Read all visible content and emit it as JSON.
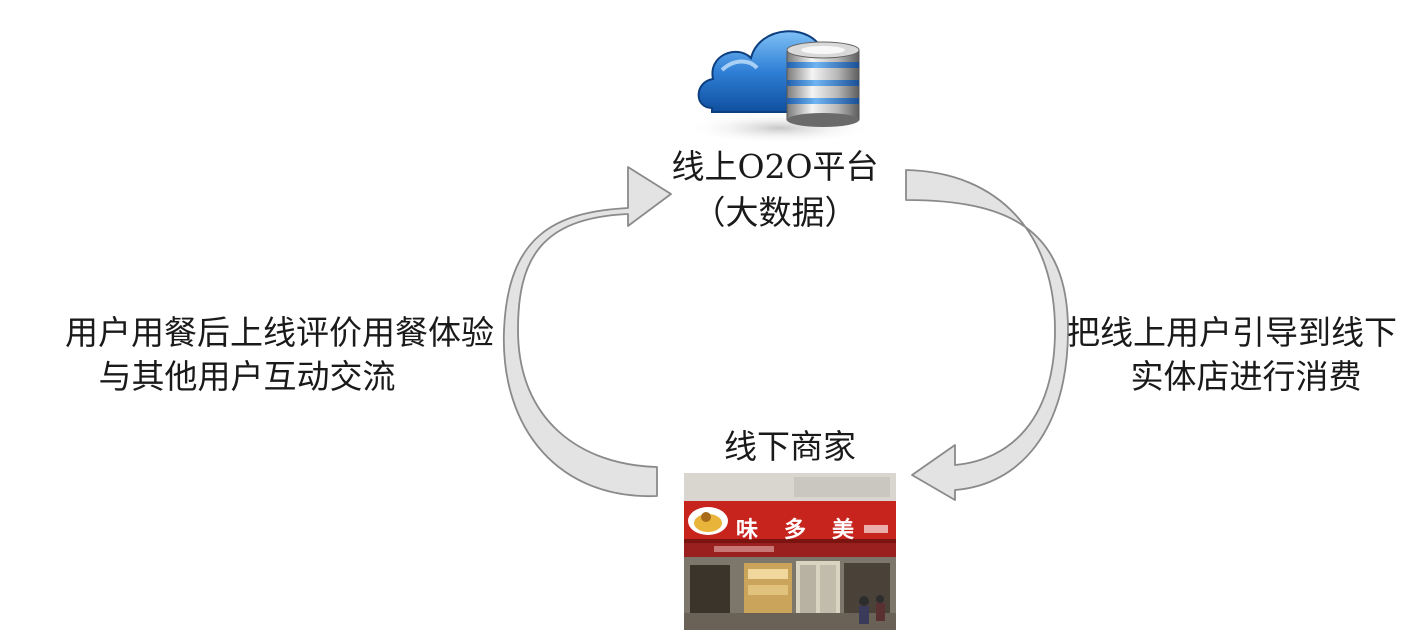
{
  "nodes": {
    "platform": {
      "line1": "线上O2O平台",
      "line2": "（大数据）"
    },
    "merchant": {
      "label": "线下商家",
      "sign_chars": [
        "味",
        "多",
        "美"
      ]
    }
  },
  "edges": {
    "left_label": {
      "line1": "用户用餐后上线评价用餐体验",
      "line2": "与其他用户互动交流"
    },
    "right_label": {
      "line1": "把线上用户引导到线下",
      "line2": "实体店进行消费"
    }
  },
  "icons": {
    "platform_icon": "cloud-database-icon",
    "merchant_image": "restaurant-storefront-image"
  },
  "colors": {
    "arrow_fill": "#e3e3e3",
    "arrow_stroke": "#8a8a8a",
    "cloud_blue": "#2f7fd6",
    "shop_red": "#c8241e"
  }
}
